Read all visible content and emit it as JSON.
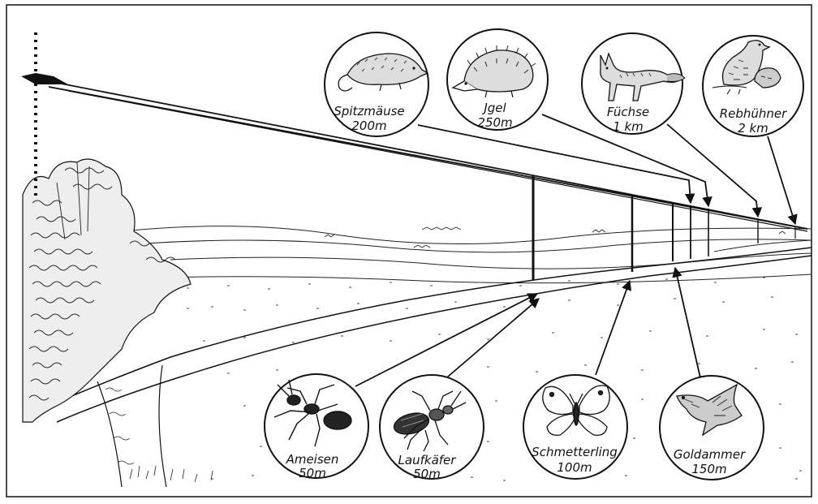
{
  "animals_top": [
    {
      "id": "spitzmaeuse",
      "name": "Spitzmäuse",
      "distance": "200m",
      "icon": "shrew-icon"
    },
    {
      "id": "igel",
      "name": "Jgel",
      "distance": "250m",
      "icon": "hedgehog-icon"
    },
    {
      "id": "fuechse",
      "name": "Füchse",
      "distance": "1 km",
      "icon": "fox-icon"
    },
    {
      "id": "rebhuehner",
      "name": "Rebhühner",
      "distance": "2 km",
      "icon": "partridge-icon"
    }
  ],
  "animals_bottom": [
    {
      "id": "ameisen",
      "name": "Ameisen",
      "distance": "50m",
      "icon": "ant-icon"
    },
    {
      "id": "laufkaefer",
      "name": "Laufkäfer",
      "distance": "50m",
      "icon": "beetle-icon"
    },
    {
      "id": "schmetterling",
      "name": "Schmetterling",
      "distance": "100m",
      "icon": "butterfly-icon"
    },
    {
      "id": "goldammer",
      "name": "Goldammer",
      "distance": "150m",
      "icon": "bird-icon"
    }
  ],
  "colors": {
    "ink": "#111111",
    "paper": "#ffffff",
    "hatch": "#333333"
  }
}
